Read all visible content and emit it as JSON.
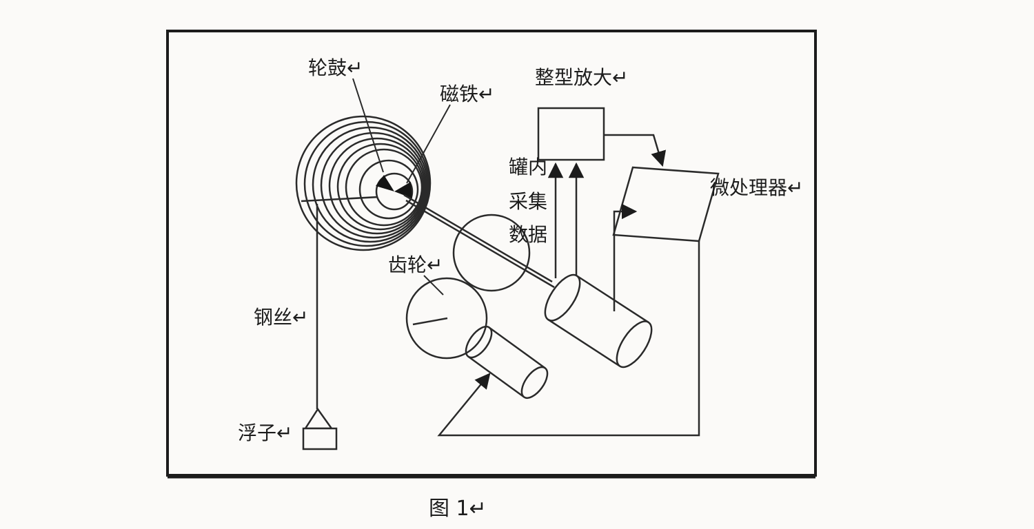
{
  "labels": {
    "drum": "轮鼓↵",
    "magnet": "磁铁↵",
    "shaping_amplifier": "整型放大↵",
    "microprocessor": "微处理器↵",
    "tank_line1": "罐内",
    "tank_line2": "采集",
    "tank_line3": "数据",
    "gear": "齿轮↵",
    "steel_wire": "钢丝↵",
    "float": "浮子↵"
  },
  "caption": "图 1↵",
  "colors": {
    "ink": "#1c1c1c",
    "background": "#fbfaf8"
  }
}
